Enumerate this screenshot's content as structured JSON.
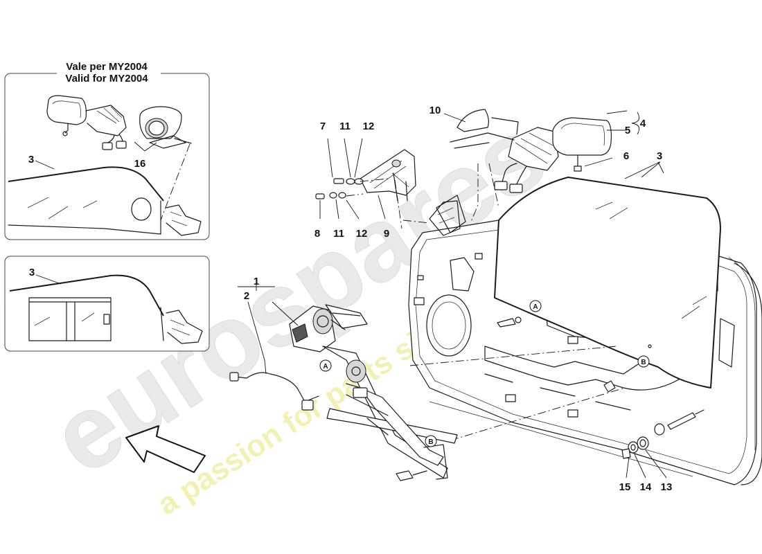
{
  "inset_panel": {
    "title_it": "Vale per MY2004",
    "title_en": "Valid for MY2004",
    "labels": [
      "3",
      "16"
    ]
  },
  "inset_panel_2": {
    "labels": [
      "3"
    ]
  },
  "callouts": {
    "c1": "1",
    "c2": "2",
    "c3": "3",
    "c4": "4",
    "c5": "5",
    "c6": "6",
    "c7": "7",
    "c8": "8",
    "c9": "9",
    "c10": "10",
    "c11a": "11",
    "c11b": "11",
    "c12a": "12",
    "c12b": "12",
    "c13": "13",
    "c14": "14",
    "c15": "15"
  },
  "refs": {
    "a1": "A",
    "a2": "A",
    "b1": "B",
    "b2": "B"
  },
  "watermark": {
    "brand": "eurospares",
    "tagline": "a passion for parts since 1985",
    "brand_color": "#e9e9e9",
    "tagline_color": "#f2f0b3"
  },
  "icons": [
    "window-regulator",
    "regulator-motor",
    "motor-wire-harness",
    "door-glass",
    "door-inner-frame",
    "mirror-assembly",
    "mirror-glass",
    "mirror-cover",
    "mirror-bracket",
    "bolt",
    "washer",
    "screw",
    "view-direction-arrow"
  ]
}
